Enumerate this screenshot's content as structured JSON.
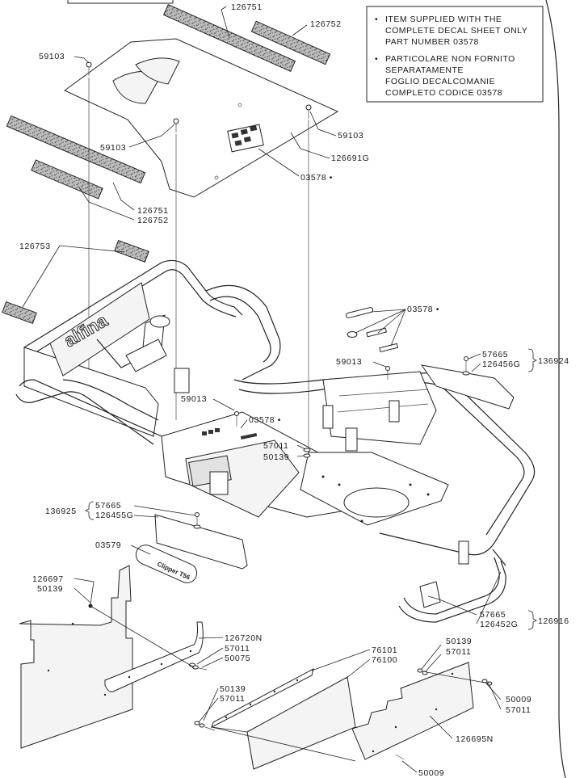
{
  "notes": {
    "en": [
      "ITEM SUPPLIED WITH THE",
      "COMPLETE DECAL SHEET ONLY",
      "PART NUMBER 03578"
    ],
    "it": [
      "PARTICOLARE NON FORNITO",
      "SEPARATAMENTE",
      "FOGLIO DECALCOMANIE",
      "COMPLETO CODICE 03578"
    ],
    "bullet": "•"
  },
  "decal_text": "Clipper T56",
  "callouts": {
    "p126751_top": "126751",
    "p126752_top": "126752",
    "p59103_a": "59103",
    "p59103_b": "59103",
    "p59103_c": "59103",
    "p126691G": "126691G",
    "p03578_a": "03578 •",
    "p126751_left": "126751",
    "p126752_left": "126752",
    "p126753": "126753",
    "p03578_b": "03578 •",
    "p59013_a": "59013",
    "p57665_a": "57665",
    "p126456G": "126456G",
    "p136924": "136924",
    "p59013_b": "59013",
    "p03578_c": "03578 •",
    "p57011_a": "57011",
    "p50139_a": "50139",
    "p136925": "136925",
    "p57665_b": "57665",
    "p126455G": "126455G",
    "p03579": "03579",
    "p126697": "126697",
    "p50139_b": "50139",
    "p126720N": "126720N",
    "p57011_b": "57011",
    "p50075": "50075",
    "p76101": "76101",
    "p76100": "76100",
    "p50139_c": "50139",
    "p57011_c": "57011",
    "p50139_d": "50139",
    "p57011_d": "57011",
    "p50009_a": "50009",
    "p57011_e": "57011",
    "p126695N": "126695N",
    "p50009_b": "50009",
    "p57665_c": "57665",
    "p126452G": "126452G",
    "p126916": "126916"
  }
}
